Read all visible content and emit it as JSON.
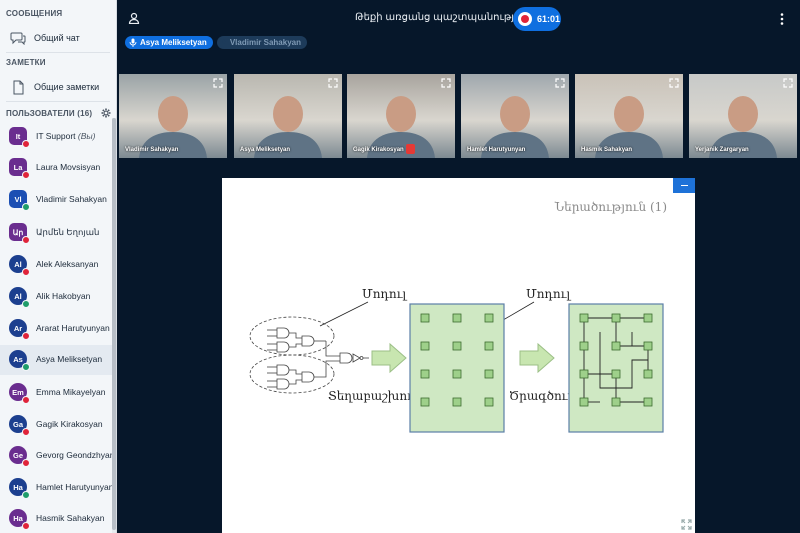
{
  "sidebar": {
    "messages_title": "СООБЩЕНИЯ",
    "public_chat": "Общий чат",
    "notes_title": "ЗАМЕТКИ",
    "shared_notes": "Общие заметки",
    "users_title": "ПОЛЬЗОВАТЕЛИ (16)",
    "users": [
      {
        "initials": "It",
        "name": "IT Support",
        "suffix": "(Вы)",
        "color": "#6a2d8f",
        "status": "#e0243a",
        "round": false
      },
      {
        "initials": "La",
        "name": "Laura Movsisyan",
        "suffix": "",
        "color": "#6a2d8f",
        "status": "#e0243a",
        "round": false
      },
      {
        "initials": "Vl",
        "name": "Vladimir Sahakyan",
        "suffix": "",
        "color": "#1c4fb3",
        "status": "#1f9d6a",
        "round": false
      },
      {
        "initials": "Ար",
        "name": "Արմեն Եղոյան",
        "suffix": "",
        "color": "#6a2d8f",
        "status": "#e0243a",
        "round": false
      },
      {
        "initials": "Al",
        "name": "Alek Aleksanyan",
        "suffix": "",
        "color": "#1c3f8f",
        "status": "#e0243a",
        "round": true
      },
      {
        "initials": "Al",
        "name": "Alik Hakobyan",
        "suffix": "",
        "color": "#1c3f8f",
        "status": "#1f9d6a",
        "round": true
      },
      {
        "initials": "Ar",
        "name": "Ararat Harutyunyan",
        "suffix": "",
        "color": "#1c3f8f",
        "status": "#e0243a",
        "round": true
      },
      {
        "initials": "As",
        "name": "Asya Meliksetyan",
        "suffix": "",
        "color": "#1c3f8f",
        "status": "#1f9d6a",
        "round": true
      },
      {
        "initials": "Em",
        "name": "Emma Mikayelyan",
        "suffix": "",
        "color": "#6a2d8f",
        "status": "#e0243a",
        "round": true
      },
      {
        "initials": "Ga",
        "name": "Gagik Kirakosyan",
        "suffix": "",
        "color": "#1c3f8f",
        "status": "#e0243a",
        "round": true
      },
      {
        "initials": "Ge",
        "name": "Gevorg Geondzhyan",
        "suffix": "",
        "color": "#6a2d8f",
        "status": "#e0243a",
        "round": true
      },
      {
        "initials": "Ha",
        "name": "Hamlet Harutyunyan",
        "suffix": "",
        "color": "#1c3f8f",
        "status": "#1f9d6a",
        "round": true
      },
      {
        "initials": "Ha",
        "name": "Hasmik Sahakyan",
        "suffix": "",
        "color": "#6a2d8f",
        "status": "#e0243a",
        "round": true
      }
    ]
  },
  "header": {
    "title": "Թեքի առցանց պաշտպանություն",
    "recording_time": "61:01",
    "talking": [
      "Asya Meliksetyan",
      "Vladimir Sahakyan"
    ]
  },
  "videos": [
    {
      "name": "Vladimir Sahakyan",
      "bg": "#9aa3a6",
      "mic_off": false
    },
    {
      "name": "Asya Meliksetyan",
      "bg": "#b9b7b0",
      "mic_off": false
    },
    {
      "name": "Gagik Kirakosyan",
      "bg": "#a8a49e",
      "mic_off": true
    },
    {
      "name": "Hamlet Harutyunyan",
      "bg": "#9fa7ad",
      "mic_off": false
    },
    {
      "name": "Hasmik Sahakyan",
      "bg": "#c9c2b8",
      "mic_off": false
    },
    {
      "name": "Yerjanik Zargaryan",
      "bg": "#c7c9c8",
      "mic_off": false
    }
  ],
  "slide": {
    "title": "Ներածություն (1)",
    "label_module_left": "Մոդուլ",
    "label_module_right": "Մոդուլ",
    "label_placement": "Տեղաբաշխում",
    "label_routing": "Ծրագծում"
  },
  "colors": {
    "accent": "#0f6fe0",
    "record": "#e0243a",
    "background": "#06172a",
    "grid_fill": "#cfe8c3",
    "grid_stroke": "#5b7fa6"
  }
}
